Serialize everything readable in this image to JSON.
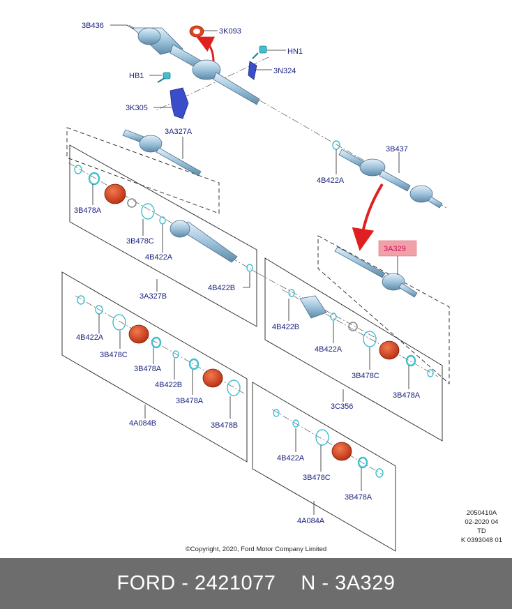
{
  "labels": {
    "l_3B436": "3B436",
    "l_3K093": "3K093",
    "l_HN1": "HN1",
    "l_HB1": "HB1",
    "l_3N324": "3N324",
    "l_3K305": "3K305",
    "l_3A327A": "3A327A",
    "l_3B437": "3B437",
    "l_4B422A_1": "4B422A",
    "l_3B478A_1": "3B478A",
    "l_3B478C_1": "3B478C",
    "l_4B422A_2": "4B422A",
    "l_3A329": "3A329",
    "l_4B422B_1": "4B422B",
    "l_3A327B": "3A327B",
    "l_4B422A_3": "4B422A",
    "l_4B422B_2": "4B422B",
    "l_3B478C_2": "3B478C",
    "l_4B422A_4": "4B422A",
    "l_3B478A_2": "3B478A",
    "l_4B422B_3": "4B422B",
    "l_3B478C_3": "3B478C",
    "l_3B478A_3": "3B478A",
    "l_3B478A_4": "3B478A",
    "l_3B478B": "3B478B",
    "l_3C356": "3C356",
    "l_4A084B": "4A084B",
    "l_4B422A_5": "4B422A",
    "l_3B478C_4": "3B478C",
    "l_3B478A_5": "3B478A",
    "l_4A084A": "4A084A"
  },
  "meta": {
    "line1": "2050410A",
    "line2": "02-2020 04",
    "line3": "TD",
    "line4": "K 0393048 01"
  },
  "copyright": "©Copyright, 2020, Ford Motor Company Limited",
  "footer": {
    "brand_part": "FORD - 2421077",
    "ref": "N - 3A329"
  },
  "colors": {
    "label": "#1a237e",
    "highlight_bg": "#f2a0a8",
    "boot": "#e0431f",
    "shaft": "#9ec3dc",
    "clip": "#3fbfcf",
    "bracket": "#3a4ecb",
    "arrow": "#e02020",
    "footer_bg": "#6d6d6d"
  }
}
